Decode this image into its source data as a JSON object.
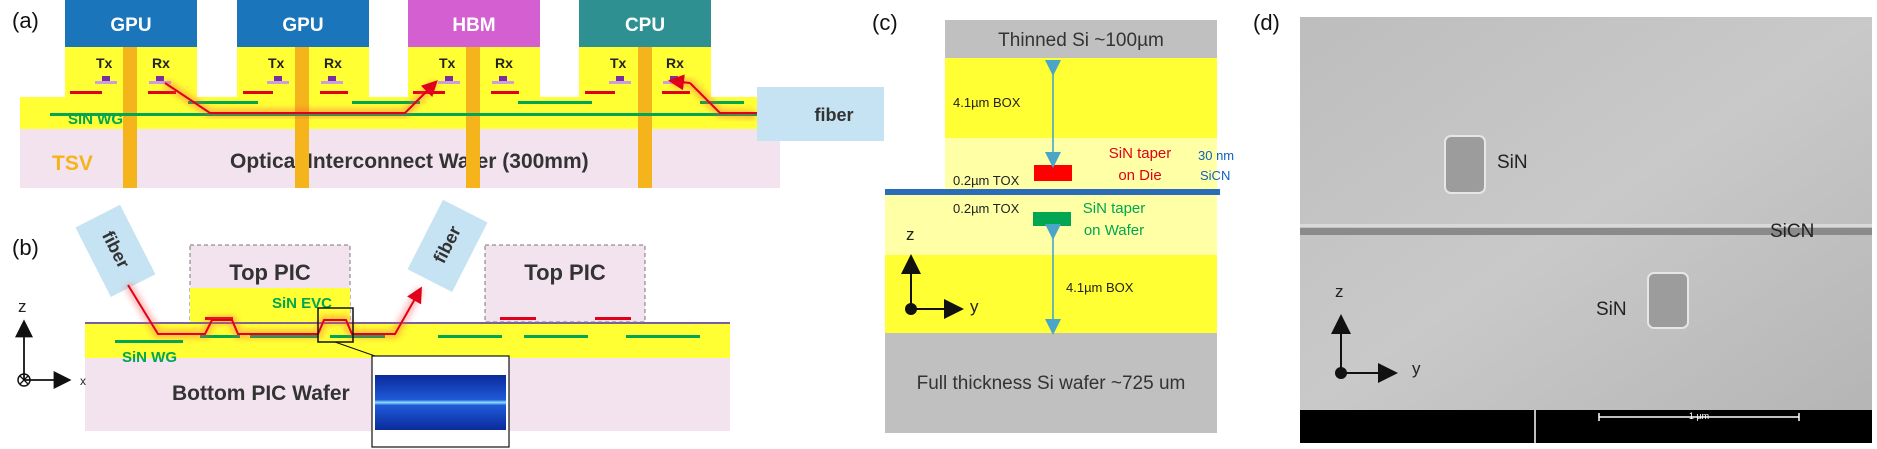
{
  "panel_a": {
    "label": "(a)",
    "chips": [
      "GPU",
      "GPU",
      "HBM",
      "CPU"
    ],
    "chip_colors": [
      "#1b75bb",
      "#1b75bb",
      "#d45fd1",
      "#2e9090"
    ],
    "tx": "Tx",
    "rx": "Rx",
    "waveguide": "SiN WG",
    "tsv": "TSV",
    "wafer": "Optical Interconnect Wafer (300mm)",
    "fiber": "fiber"
  },
  "panel_b": {
    "label": "(b)",
    "fiber_left": "fiber",
    "fiber_right": "fiber",
    "top_pic_1": "Top PIC",
    "top_pic_2": "Top PIC",
    "evc": "SiN EVC",
    "waveguide": "SiN WG",
    "wafer": "Bottom PIC Wafer",
    "axis_z": "z",
    "axis_x": "x"
  },
  "panel_c": {
    "label": "(c)",
    "thinned": "Thinned Si ~100µm",
    "box_top": "4.1µm BOX",
    "tox_top": "0.2µm TOX",
    "taper_die_1": "SiN taper",
    "taper_die_2": "on Die",
    "sicn_1": "30 nm",
    "sicn_2": "SiCN",
    "tox_bottom": "0.2µm TOX",
    "taper_wafer_1": "SiN taper",
    "taper_wafer_2": "on Wafer",
    "axis_z": "z",
    "axis_y": "y",
    "box_bottom": "4.1µm BOX",
    "full_wafer": "Full thickness Si wafer ~725 um"
  },
  "panel_d": {
    "label": "(d)",
    "sin_top": "SiN",
    "sicn": "SiCN",
    "sin_bottom": "SiN",
    "axis_z": "z",
    "axis_y": "y",
    "scale": "1 µm"
  }
}
